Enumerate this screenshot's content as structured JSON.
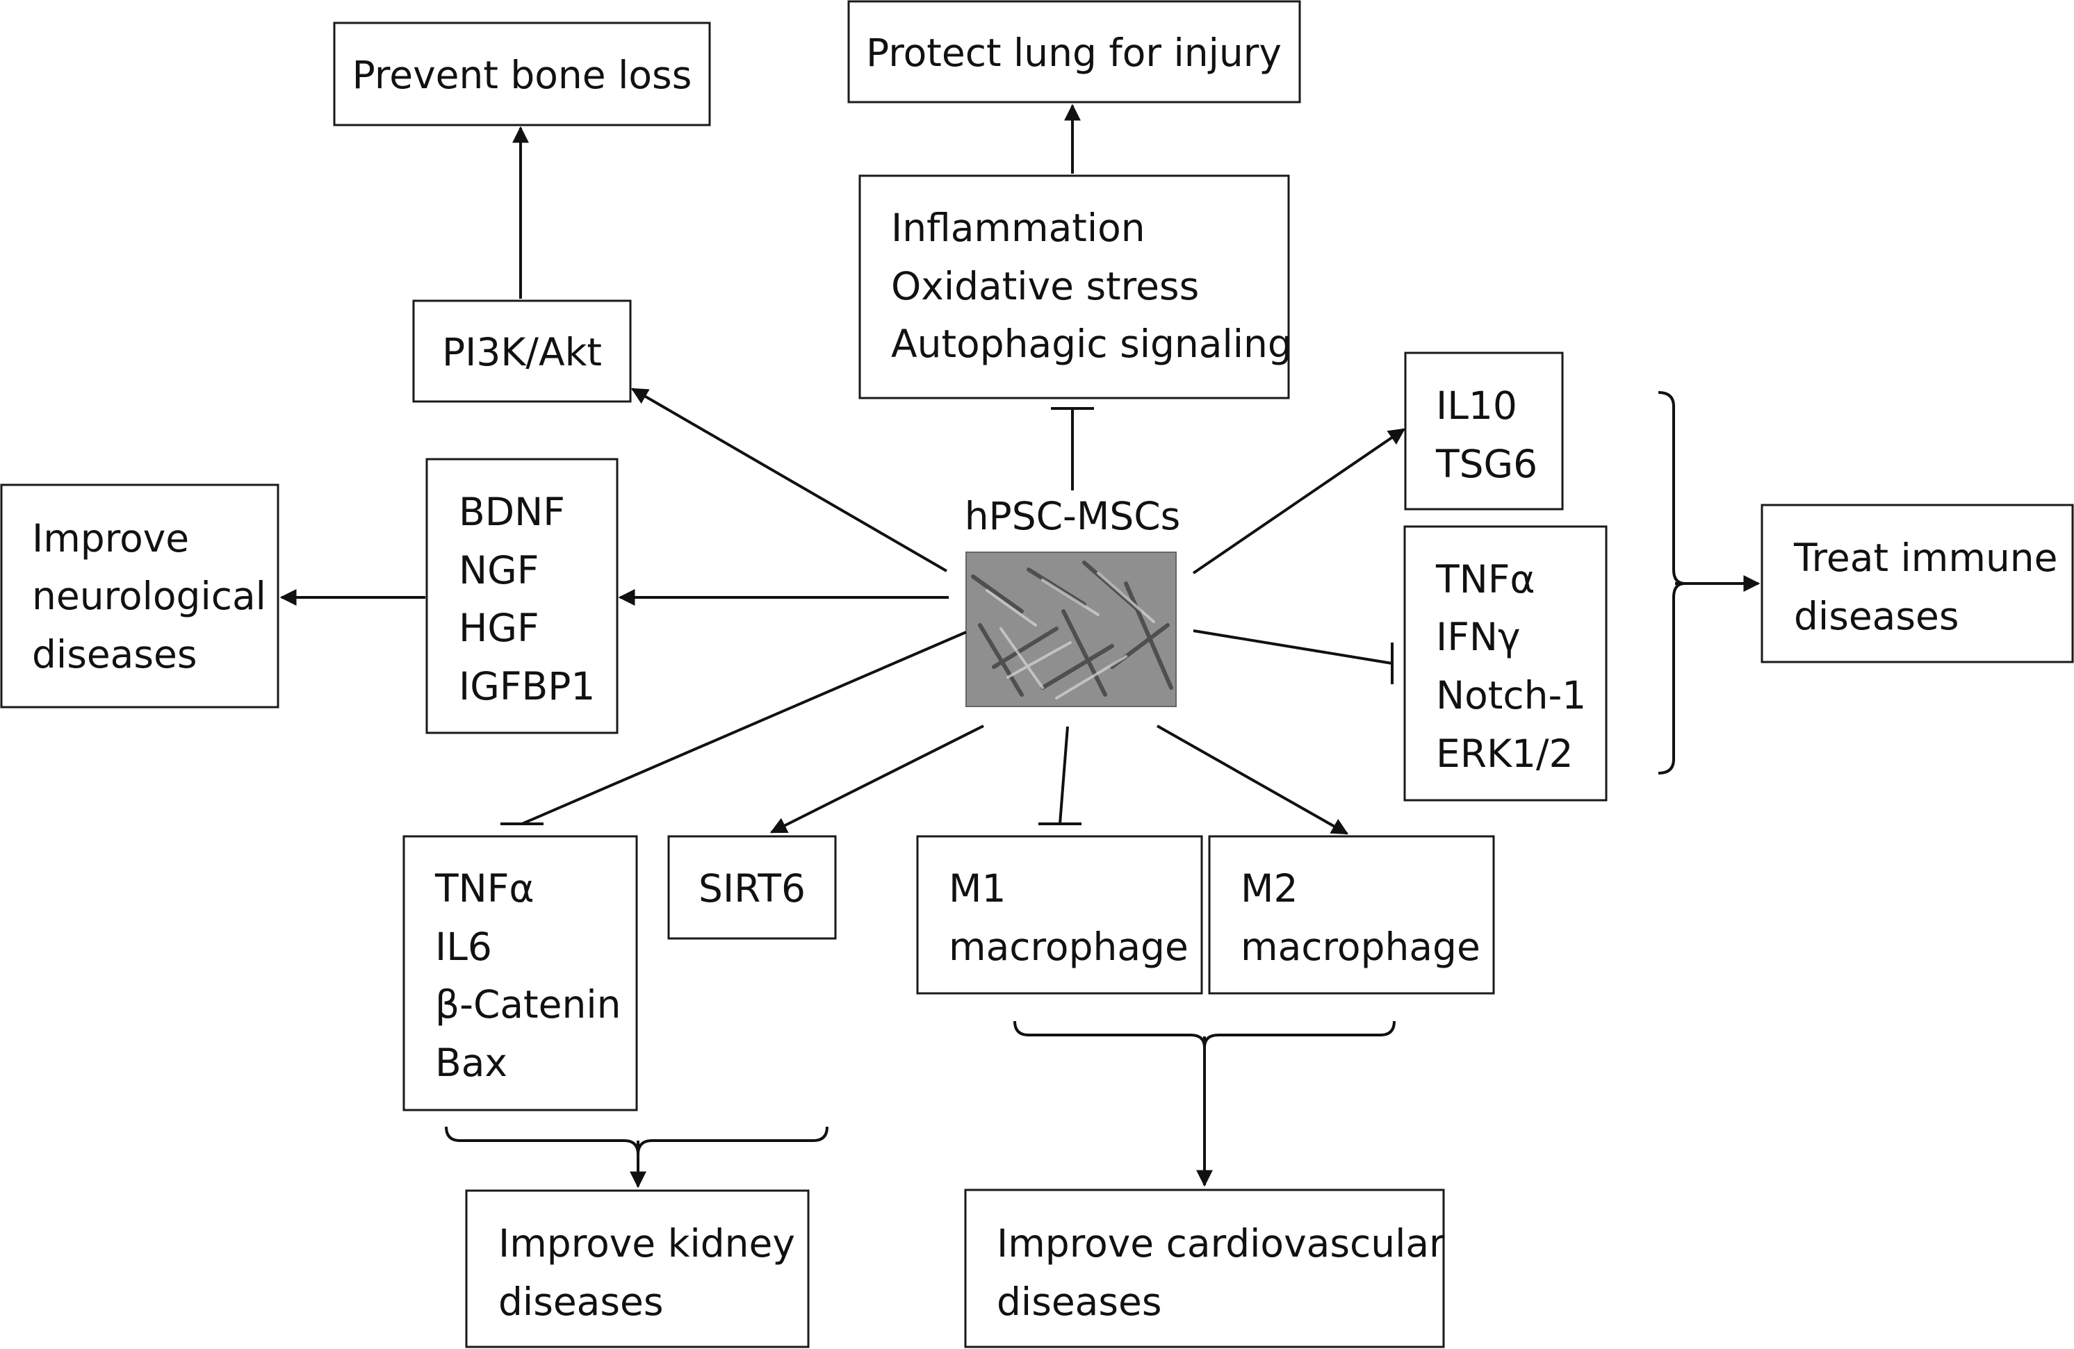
{
  "center": {
    "label": "hPSC-MSCs"
  },
  "nodes": {
    "bone_loss": {
      "lines": [
        "Prevent bone loss"
      ]
    },
    "lung": {
      "lines": [
        "Protect lung for injury"
      ]
    },
    "inflammation": {
      "lines": [
        "Inflammation",
        "Oxidative stress",
        "Autophagic signaling"
      ]
    },
    "pi3k": {
      "lines": [
        "PI3K/Akt"
      ]
    },
    "il10": {
      "lines": [
        "IL10",
        "TSG6"
      ]
    },
    "neuro_factors": {
      "lines": [
        "BDNF",
        "NGF",
        "HGF",
        "IGFBP1"
      ]
    },
    "neuro": {
      "lines": [
        "Improve",
        "neurological",
        "diseases"
      ]
    },
    "immune_factors": {
      "lines": [
        "TNFα",
        "IFNγ",
        "Notch-1",
        "ERK1/2"
      ]
    },
    "immune": {
      "lines": [
        "Treat immune",
        "diseases"
      ]
    },
    "kidney_factors": {
      "lines": [
        "TNFα",
        "IL6",
        "β-Catenin",
        "Bax"
      ]
    },
    "sirt6": {
      "lines": [
        "SIRT6"
      ]
    },
    "m1": {
      "lines": [
        "M1",
        "macrophage"
      ]
    },
    "m2": {
      "lines": [
        "M2",
        "macrophage"
      ]
    },
    "kidney": {
      "lines": [
        "Improve kidney",
        "diseases"
      ]
    },
    "cardio": {
      "lines": [
        "Improve cardiovascular",
        "diseases"
      ]
    }
  }
}
